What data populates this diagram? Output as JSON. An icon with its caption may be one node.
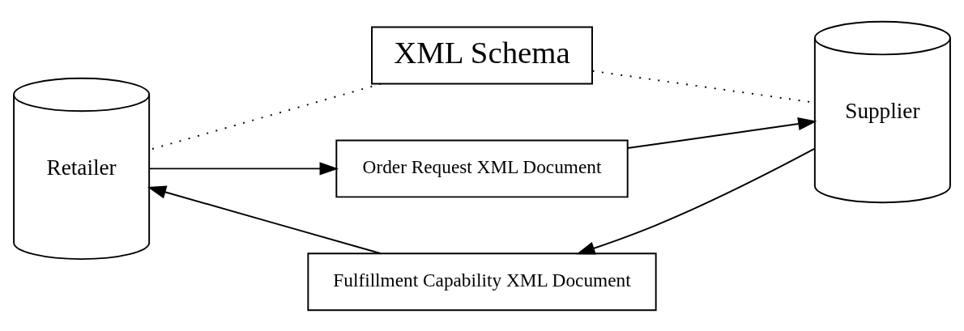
{
  "diagram": {
    "nodes": [
      {
        "text": [
          "XML Schema"
        ]
      },
      {
        "text": [
          "Retailer"
        ]
      },
      {
        "text": [
          "Order Request XML Document"
        ]
      },
      {
        "text": [
          "Supplier"
        ]
      },
      {
        "text": [
          "Fulfillment Capability XML Document"
        ]
      }
    ],
    "edges": [
      {
        "from": 0,
        "to": 1,
        "arrow": "none",
        "style": "dashed"
      },
      {
        "from": 0,
        "to": 3,
        "arrow": "none",
        "style": "dashed"
      },
      {
        "from": 1,
        "to": 2,
        "arrow": "to"
      },
      {
        "from": 2,
        "to": 3,
        "arrow": "to"
      },
      {
        "from": 3,
        "to": 4,
        "arrow": "to"
      },
      {
        "from": 4,
        "to": 1,
        "arrow": "to"
      }
    ]
  }
}
